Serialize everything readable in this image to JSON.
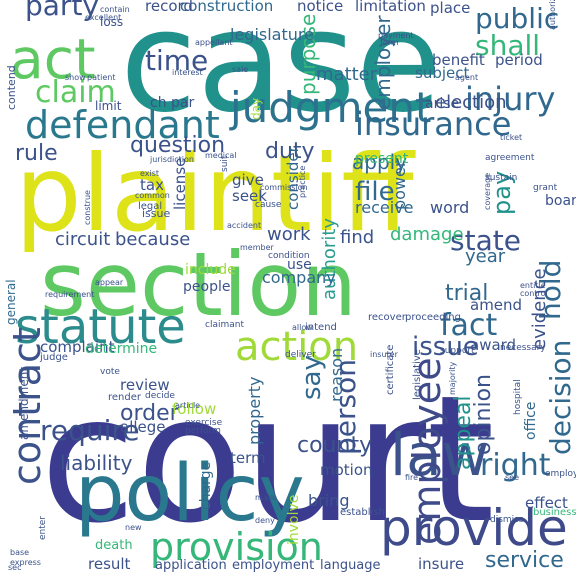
{
  "cloud": {
    "palette": {
      "dark_purple": "#440154",
      "indigo": "#3b528b",
      "blue": "#31688e",
      "teal": "#21918c",
      "sea_green": "#2a9d8f",
      "green": "#35b779",
      "light_green": "#5ec962",
      "lime": "#a0da39",
      "yellow": "#e3e418",
      "bright_yellow": "#fde725"
    },
    "words": [
      {
        "text": "court",
        "color": "#3b3b8f"
      },
      {
        "text": "case",
        "color": "#21918c"
      },
      {
        "text": "plaintiff",
        "color": "#dde318"
      },
      {
        "text": "section",
        "color": "#5ec962"
      },
      {
        "text": "policy",
        "color": "#2a788e"
      },
      {
        "text": "statute",
        "color": "#2c8b8c"
      },
      {
        "text": "provide",
        "color": "#3e4a89"
      },
      {
        "text": "act",
        "color": "#5ec962"
      },
      {
        "text": "judgment",
        "color": "#2c728e"
      },
      {
        "text": "law",
        "color": "#3b528b"
      },
      {
        "text": "action",
        "color": "#a0da39"
      },
      {
        "text": "defendant",
        "color": "#2a788e"
      },
      {
        "text": "insurance",
        "color": "#31688e"
      },
      {
        "text": "contract",
        "color": "#3b528b"
      },
      {
        "text": "provision",
        "color": "#35b779"
      },
      {
        "text": "employee",
        "color": "#3e4a89"
      },
      {
        "text": "claim",
        "color": "#5ec962"
      },
      {
        "text": "injury",
        "color": "#31688e"
      },
      {
        "text": "time",
        "color": "#3b528b"
      },
      {
        "text": "party",
        "color": "#3b528b"
      },
      {
        "text": "shall",
        "color": "#35b779"
      },
      {
        "text": "public",
        "color": "#31688e"
      },
      {
        "text": "election",
        "color": "#3b528b"
      },
      {
        "text": "rule",
        "color": "#3b528b"
      },
      {
        "text": "question",
        "color": "#3b528b"
      },
      {
        "text": "duty",
        "color": "#3b528b"
      },
      {
        "text": "apply",
        "color": "#31688e"
      },
      {
        "text": "file",
        "color": "#31688e"
      },
      {
        "text": "state",
        "color": "#3b528b"
      },
      {
        "text": "hold",
        "color": "#31688e"
      },
      {
        "text": "fact",
        "color": "#31688e"
      },
      {
        "text": "issue",
        "color": "#3b528b"
      },
      {
        "text": "decision",
        "color": "#31688e"
      },
      {
        "text": "person",
        "color": "#3b528b"
      },
      {
        "text": "say",
        "color": "#31688e"
      },
      {
        "text": "require",
        "color": "#3b528b"
      },
      {
        "text": "order",
        "color": "#3b528b"
      },
      {
        "text": "right",
        "color": "#31688e"
      },
      {
        "text": "appeal",
        "color": "#21918c"
      },
      {
        "text": "opinion",
        "color": "#3b528b"
      },
      {
        "text": "service",
        "color": "#31688e"
      },
      {
        "text": "county",
        "color": "#3b528b"
      },
      {
        "text": "liability",
        "color": "#3b528b"
      },
      {
        "text": "trial",
        "color": "#31688e"
      },
      {
        "text": "evidence",
        "color": "#3b528b"
      },
      {
        "text": "circuit",
        "color": "#3b528b"
      },
      {
        "text": "because",
        "color": "#3b528b"
      },
      {
        "text": "work",
        "color": "#3b528b"
      },
      {
        "text": "find",
        "color": "#3b528b"
      },
      {
        "text": "damage",
        "color": "#35b779"
      },
      {
        "text": "authority",
        "color": "#2a9d8f"
      },
      {
        "text": "company",
        "color": "#31688e"
      },
      {
        "text": "employer",
        "color": "#31688e"
      },
      {
        "text": "purpose",
        "color": "#35b779"
      },
      {
        "text": "matter",
        "color": "#31688e"
      },
      {
        "text": "legislature",
        "color": "#31688e"
      },
      {
        "text": "construction",
        "color": "#31688e"
      },
      {
        "text": "record",
        "color": "#3b528b"
      },
      {
        "text": "notice",
        "color": "#3b528b"
      },
      {
        "text": "limitation",
        "color": "#3b528b"
      },
      {
        "text": "place",
        "color": "#3b528b"
      },
      {
        "text": "benefit",
        "color": "#3b528b"
      },
      {
        "text": "period",
        "color": "#3b528b"
      },
      {
        "text": "subject",
        "color": "#31688e"
      },
      {
        "text": "arise",
        "color": "#3b528b"
      },
      {
        "text": "pay",
        "color": "#21918c"
      },
      {
        "text": "word",
        "color": "#3b528b"
      },
      {
        "text": "receive",
        "color": "#31688e"
      },
      {
        "text": "power",
        "color": "#31688e"
      },
      {
        "text": "present",
        "color": "#35b779"
      },
      {
        "text": "give",
        "color": "#3b528b"
      },
      {
        "text": "seek",
        "color": "#3b528b"
      },
      {
        "text": "tax",
        "color": "#3b528b"
      },
      {
        "text": "license",
        "color": "#3b528b"
      },
      {
        "text": "consider",
        "color": "#31688e"
      },
      {
        "text": "include",
        "color": "#a0da39"
      },
      {
        "text": "people",
        "color": "#3b528b"
      },
      {
        "text": "amend",
        "color": "#3b528b"
      },
      {
        "text": "year",
        "color": "#31688e"
      },
      {
        "text": "use",
        "color": "#3b528b"
      },
      {
        "text": "complaint",
        "color": "#3b528b"
      },
      {
        "text": "determine",
        "color": "#35b779"
      },
      {
        "text": "award",
        "color": "#3b528b"
      },
      {
        "text": "review",
        "color": "#3b528b"
      },
      {
        "text": "follow",
        "color": "#a0da39"
      },
      {
        "text": "allege",
        "color": "#3b528b"
      },
      {
        "text": "property",
        "color": "#31688e"
      },
      {
        "text": "reason",
        "color": "#31688e"
      },
      {
        "text": "term",
        "color": "#3b528b"
      },
      {
        "text": "motion",
        "color": "#3b528b"
      },
      {
        "text": "bring",
        "color": "#3b528b"
      },
      {
        "text": "charge",
        "color": "#31688e"
      },
      {
        "text": "involve",
        "color": "#a0da39"
      },
      {
        "text": "effect",
        "color": "#3b528b"
      },
      {
        "text": "result",
        "color": "#3b528b"
      },
      {
        "text": "application",
        "color": "#3b528b"
      },
      {
        "text": "employment",
        "color": "#3b528b"
      },
      {
        "text": "language",
        "color": "#3b528b"
      },
      {
        "text": "insure",
        "color": "#3b528b"
      },
      {
        "text": "death",
        "color": "#35b779"
      },
      {
        "text": "general",
        "color": "#31688e"
      },
      {
        "text": "amendment",
        "color": "#3b528b"
      },
      {
        "text": "office",
        "color": "#31688e"
      },
      {
        "text": "board",
        "color": "#3b528b"
      },
      {
        "text": "ch par",
        "color": "#3b528b"
      },
      {
        "text": "limit",
        "color": "#3b528b"
      },
      {
        "text": "loss",
        "color": "#3b528b"
      },
      {
        "text": "contend",
        "color": "#3b528b"
      },
      {
        "text": "day",
        "color": "#a0da39"
      },
      {
        "text": "issue",
        "color": "#3b528b"
      },
      {
        "text": "legal",
        "color": "#3b528b"
      },
      {
        "text": "cause",
        "color": "#3b528b"
      },
      {
        "text": "judge",
        "color": "#3b528b"
      },
      {
        "text": "recover",
        "color": "#3b528b"
      },
      {
        "text": "proceeding",
        "color": "#3b528b"
      },
      {
        "text": "vote",
        "color": "#3b528b"
      },
      {
        "text": "render",
        "color": "#3b528b"
      },
      {
        "text": "decide",
        "color": "#3b528b"
      },
      {
        "text": "exercise",
        "color": "#3b528b"
      },
      {
        "text": "perform",
        "color": "#3b528b"
      },
      {
        "text": "establish",
        "color": "#3b528b"
      },
      {
        "text": "dismiss",
        "color": "#3b528b"
      },
      {
        "text": "business",
        "color": "#35b779"
      },
      {
        "text": "employ",
        "color": "#3b528b"
      },
      {
        "text": "hospital",
        "color": "#3b528b"
      },
      {
        "text": "support",
        "color": "#3b528b"
      },
      {
        "text": "necessary",
        "color": "#3b528b"
      },
      {
        "text": "agreement",
        "color": "#3b528b"
      },
      {
        "text": "sustain",
        "color": "#3b528b"
      },
      {
        "text": "grant",
        "color": "#3b528b"
      },
      {
        "text": "coverage",
        "color": "#3b528b"
      },
      {
        "text": "control",
        "color": "#3b528b"
      },
      {
        "text": "entitle",
        "color": "#3b528b"
      },
      {
        "text": "certificate",
        "color": "#3b528b"
      },
      {
        "text": "legislative",
        "color": "#3b528b"
      },
      {
        "text": "majority",
        "color": "#3b528b"
      },
      {
        "text": "insurer",
        "color": "#3b528b"
      },
      {
        "text": "claimant",
        "color": "#3b528b"
      },
      {
        "text": "deliver",
        "color": "#3b528b"
      },
      {
        "text": "intend",
        "color": "#3b528b"
      },
      {
        "text": "allow",
        "color": "#3b528b"
      },
      {
        "text": "condition",
        "color": "#3b528b"
      },
      {
        "text": "member",
        "color": "#3b528b"
      },
      {
        "text": "accident",
        "color": "#3b528b"
      },
      {
        "text": "practice",
        "color": "#3b528b"
      },
      {
        "text": "commission",
        "color": "#3b528b"
      },
      {
        "text": "jurisdiction",
        "color": "#3b528b"
      },
      {
        "text": "exist",
        "color": "#3b528b"
      },
      {
        "text": "medical",
        "color": "#3b528b"
      },
      {
        "text": "suit",
        "color": "#3b528b"
      },
      {
        "text": "appellant",
        "color": "#3b528b"
      },
      {
        "text": "interest",
        "color": "#3b528b"
      },
      {
        "text": "patient",
        "color": "#3b528b"
      },
      {
        "text": "show",
        "color": "#3b528b"
      },
      {
        "text": "sale",
        "color": "#3b528b"
      },
      {
        "text": "form",
        "color": "#3b528b"
      },
      {
        "text": "payment",
        "color": "#3b528b"
      },
      {
        "text": "agent",
        "color": "#3b528b"
      },
      {
        "text": "authorize",
        "color": "#3b528b"
      },
      {
        "text": "excellent",
        "color": "#3b528b"
      },
      {
        "text": "contain",
        "color": "#3b528b"
      },
      {
        "text": "ticket",
        "color": "#3b528b"
      },
      {
        "text": "common",
        "color": "#3b528b"
      },
      {
        "text": "construe",
        "color": "#3b528b"
      },
      {
        "text": "requirement",
        "color": "#3b528b"
      },
      {
        "text": "appear",
        "color": "#3b528b"
      },
      {
        "text": "article",
        "color": "#3b528b"
      },
      {
        "text": "deny",
        "color": "#3b528b"
      },
      {
        "text": "make",
        "color": "#3b528b"
      },
      {
        "text": "enter",
        "color": "#3b528b"
      },
      {
        "text": "base",
        "color": "#3b528b"
      },
      {
        "text": "express",
        "color": "#3b528b"
      },
      {
        "text": "new",
        "color": "#3b528b"
      },
      {
        "text": "sec",
        "color": "#3b528b"
      },
      {
        "text": "fire",
        "color": "#3b528b"
      },
      {
        "text": "see",
        "color": "#3b528b"
      }
    ]
  }
}
